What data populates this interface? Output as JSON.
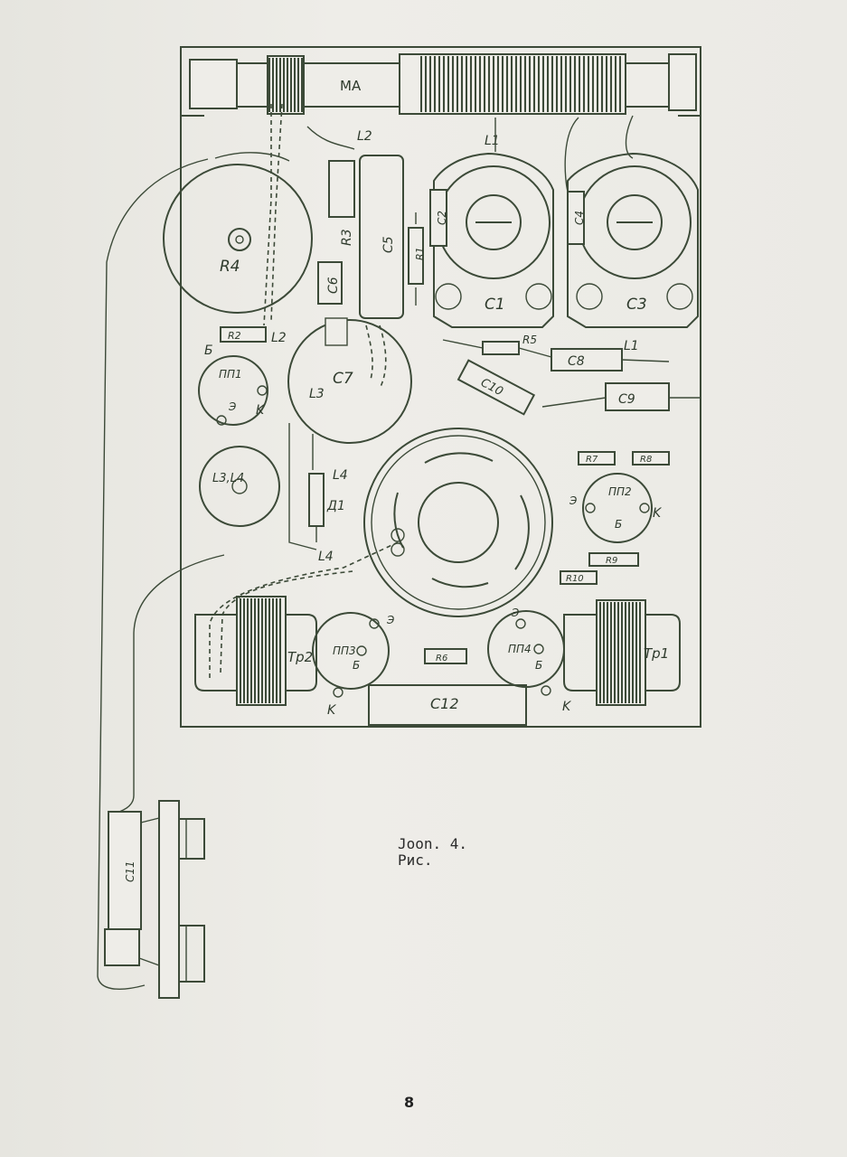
{
  "diagram": {
    "labels": {
      "ma": "MA",
      "l1_top": "L1",
      "l2_top": "L2",
      "l2_mid": "L2",
      "r4": "R4",
      "r3": "R3",
      "c5": "C5",
      "c6": "C6",
      "r1": "R1",
      "c2": "C2",
      "c4": "C4",
      "c1": "C1",
      "c3": "C3",
      "r2": "R2",
      "r5": "R5",
      "l1_mid": "L1",
      "c7": "C7",
      "c8": "C8",
      "c9": "C9",
      "c10": "C10",
      "pp1": "ПП1",
      "pp2": "ПП2",
      "pp3": "ПП3",
      "pp4": "ПП4",
      "l3": "L3",
      "l3l4": "L3,L4",
      "l4a": "L4",
      "l4b": "L4",
      "d1": "Д1",
      "r7": "R7",
      "r8": "R8",
      "r9": "R9",
      "r10": "R10",
      "r6": "R6",
      "tr1": "Tp1",
      "tr2": "Tp2",
      "c11": "C11",
      "c12": "C12",
      "b": "Б",
      "e": "Э",
      "k": "K"
    }
  },
  "caption": {
    "line1": "Joon. 4.",
    "line2": "Рис."
  },
  "page_number": "8"
}
